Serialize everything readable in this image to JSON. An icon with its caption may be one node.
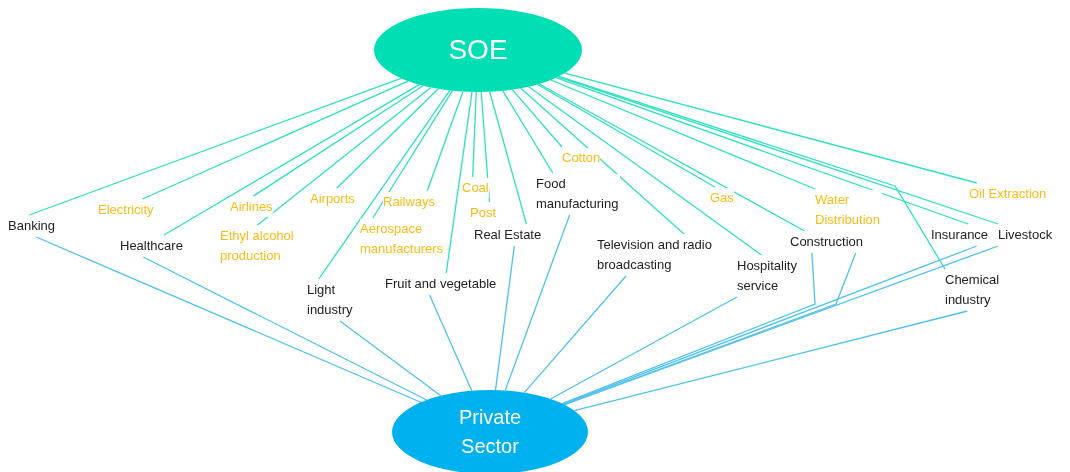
{
  "diagram": {
    "nodes": [
      {
        "text": [
          "SOE"
        ]
      },
      {
        "text": [
          "Private Sector"
        ]
      },
      {
        "text": [
          "Banking"
        ]
      },
      {
        "text": [
          "Electricity"
        ]
      },
      {
        "text": [
          "Healthcare"
        ]
      },
      {
        "text": [
          "Airlines"
        ]
      },
      {
        "text": [
          "Ethyl alcohol production"
        ]
      },
      {
        "text": [
          "Airports"
        ]
      },
      {
        "text": [
          "Railways"
        ]
      },
      {
        "text": [
          "Aerospace manufacturers"
        ]
      },
      {
        "text": [
          "Coal"
        ]
      },
      {
        "text": [
          "Post"
        ]
      },
      {
        "text": [
          "Light industry"
        ]
      },
      {
        "text": [
          "Fruit and vegetable"
        ]
      },
      {
        "text": [
          "Real Estate"
        ]
      },
      {
        "text": [
          "Food manufacturing"
        ]
      },
      {
        "text": [
          "Cotton"
        ]
      },
      {
        "text": [
          "Television and radio broadcasting"
        ]
      },
      {
        "text": [
          "Gas"
        ]
      },
      {
        "text": [
          "Hospitality service"
        ]
      },
      {
        "text": [
          "Water Distribution"
        ]
      },
      {
        "text": [
          "Construction"
        ]
      },
      {
        "text": [
          "Insurance"
        ]
      },
      {
        "text": [
          "Oil Extraction"
        ]
      },
      {
        "text": [
          "Livestock"
        ]
      },
      {
        "text": [
          "Chemical industry"
        ]
      }
    ],
    "edges": [
      {
        "from": 0,
        "to": 2,
        "arrow": "none"
      },
      {
        "from": 0,
        "to": 3,
        "arrow": "none"
      },
      {
        "from": 0,
        "to": 4,
        "arrow": "none"
      },
      {
        "from": 0,
        "to": 5,
        "arrow": "none"
      },
      {
        "from": 0,
        "to": 6,
        "arrow": "none"
      },
      {
        "from": 0,
        "to": 7,
        "arrow": "none"
      },
      {
        "from": 0,
        "to": 8,
        "arrow": "none"
      },
      {
        "from": 0,
        "to": 9,
        "arrow": "none"
      },
      {
        "from": 0,
        "to": 10,
        "arrow": "none"
      },
      {
        "from": 0,
        "to": 11,
        "arrow": "none"
      },
      {
        "from": 0,
        "to": 12,
        "arrow": "none"
      },
      {
        "from": 0,
        "to": 13,
        "arrow": "none"
      },
      {
        "from": 0,
        "to": 14,
        "arrow": "none"
      },
      {
        "from": 0,
        "to": 15,
        "arrow": "none"
      },
      {
        "from": 0,
        "to": 16,
        "arrow": "none"
      },
      {
        "from": 0,
        "to": 17,
        "arrow": "none"
      },
      {
        "from": 0,
        "to": 18,
        "arrow": "none"
      },
      {
        "from": 0,
        "to": 19,
        "arrow": "none"
      },
      {
        "from": 0,
        "to": 20,
        "arrow": "none"
      },
      {
        "from": 0,
        "to": 21,
        "arrow": "none"
      },
      {
        "from": 0,
        "to": 22,
        "arrow": "none"
      },
      {
        "from": 0,
        "to": 23,
        "arrow": "none"
      },
      {
        "from": 0,
        "to": 24,
        "arrow": "none"
      },
      {
        "from": 0,
        "to": 25,
        "arrow": "none"
      },
      {
        "from": 2,
        "to": 1,
        "arrow": "none",
        "color": "#4fc1ec"
      },
      {
        "from": 4,
        "to": 1,
        "arrow": "none",
        "color": "#4fc1ec"
      },
      {
        "from": 12,
        "to": 1,
        "arrow": "none",
        "color": "#4fc1ec"
      },
      {
        "from": 13,
        "to": 1,
        "arrow": "none",
        "color": "#4fc1ec"
      },
      {
        "from": 14,
        "to": 1,
        "arrow": "none",
        "color": "#4fc1ec"
      },
      {
        "from": 15,
        "to": 1,
        "arrow": "none",
        "color": "#4fc1ec"
      },
      {
        "from": 17,
        "to": 1,
        "arrow": "none",
        "color": "#4fc1ec"
      },
      {
        "from": 19,
        "to": 1,
        "arrow": "none",
        "color": "#4fc1ec"
      },
      {
        "from": 21,
        "to": 1,
        "arrow": "none",
        "color": "#4fc1ec"
      },
      {
        "from": 21,
        "to": 1,
        "arrow": "none",
        "color": "#4fc1ec"
      },
      {
        "from": 22,
        "to": 1,
        "arrow": "none",
        "color": "#4fc1ec"
      },
      {
        "from": 24,
        "to": 1,
        "arrow": "none",
        "color": "#4fc1ec"
      },
      {
        "from": 25,
        "to": 1,
        "arrow": "none",
        "color": "#4fc1ec"
      }
    ]
  }
}
